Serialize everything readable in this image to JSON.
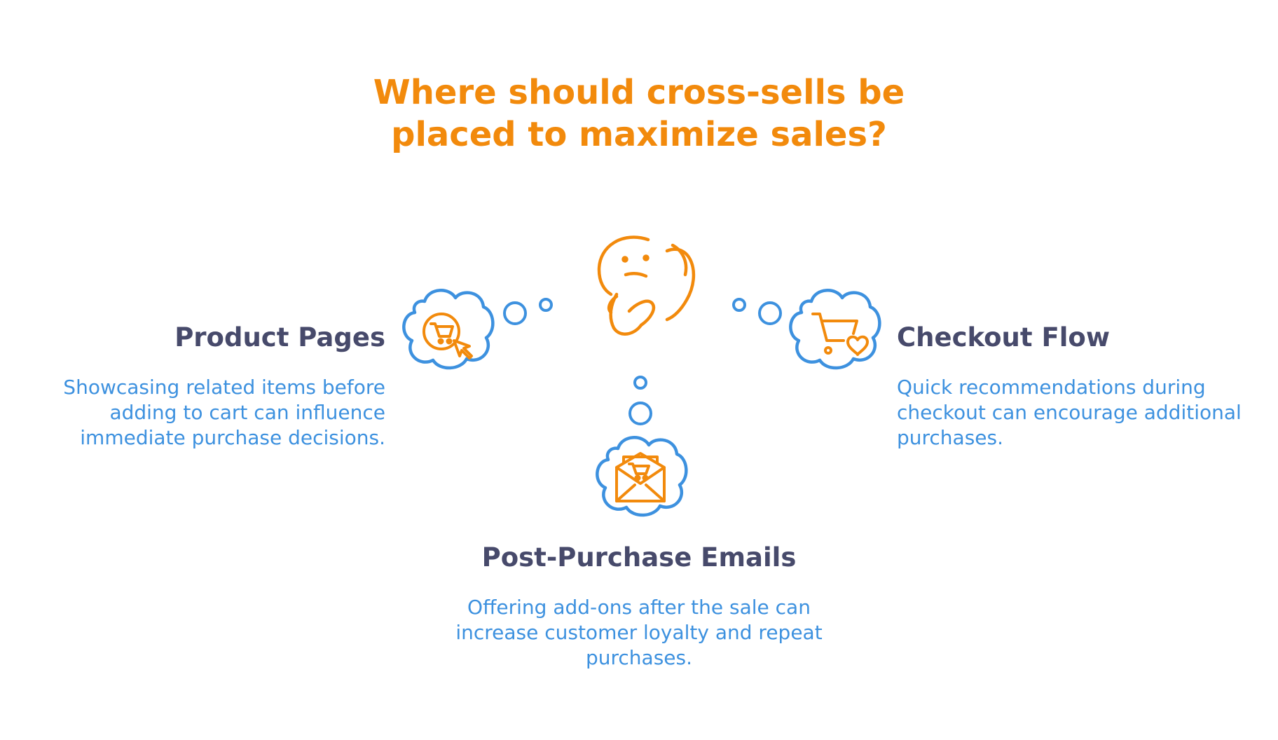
{
  "title": "Where should cross-sells be placed to maximize sales?",
  "colors": {
    "accent_orange": "#F28A0C",
    "bubble_blue": "#3D91DF",
    "heading_navy": "#474A6B",
    "body_blue": "#3D91DF"
  },
  "center": {
    "icon": "thinking-face-icon"
  },
  "options": [
    {
      "heading": "Product Pages",
      "description": "Showcasing related items before adding to cart can influence immediate purchase decisions.",
      "icon": "cart-click-icon"
    },
    {
      "heading": "Checkout Flow",
      "description": "Quick recommendations during checkout can encourage additional purchases.",
      "icon": "cart-heart-icon"
    },
    {
      "heading": "Post-Purchase Emails",
      "description": "Offering add-ons after the sale can increase customer loyalty and repeat purchases.",
      "icon": "email-cart-icon"
    }
  ]
}
